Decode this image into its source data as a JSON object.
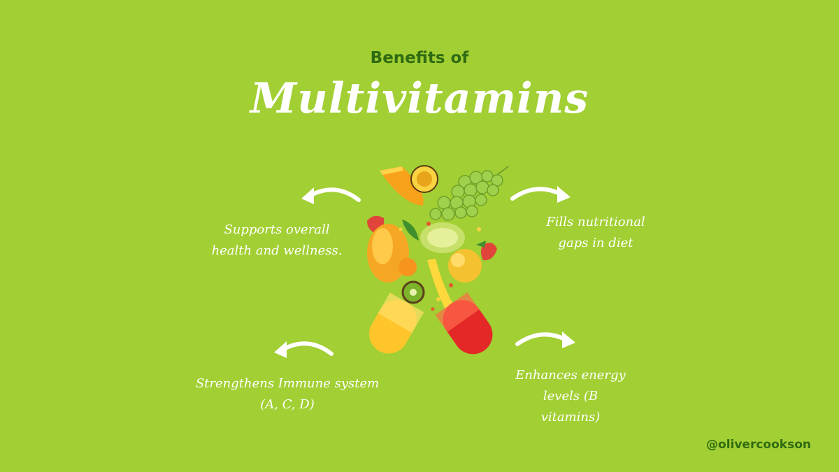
{
  "header": {
    "subtitle": "Benefits of",
    "title": "Multivitamins"
  },
  "benefits": [
    {
      "lines": [
        "Supports overall",
        "health and wellness."
      ]
    },
    {
      "lines": [
        "Fills nutritional",
        "gaps in diet"
      ]
    },
    {
      "lines": [
        "Strengthens Immune system",
        "(A, C, D)"
      ]
    },
    {
      "lines": [
        "Enhances energy",
        "levels (B",
        "vitamins)"
      ]
    }
  ],
  "footer": {
    "handle": "@olivercookson"
  },
  "colors": {
    "background": "#a2cf33",
    "subtitle": "#2f6b12",
    "text": "#ffffff"
  },
  "icons": [
    "curved-arrow-icon",
    "fruit-capsule-illustration"
  ]
}
